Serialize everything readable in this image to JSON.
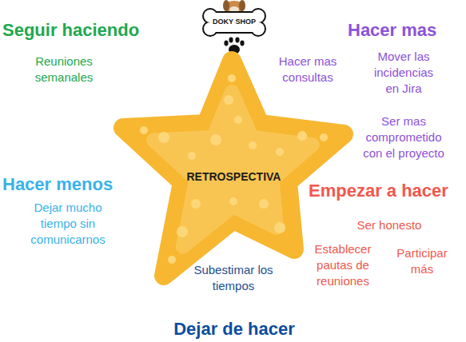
{
  "diagram": {
    "nodes": [
      {
        "text": [
          "DOKY SHOP"
        ]
      },
      {
        "text": [
          "RETROSPECTIVA"
        ]
      }
    ],
    "labels": [
      "Seguir haciendo",
      "Hacer mas",
      "Reuniones semanales",
      "Hacer mas consultas",
      "Mover las incidencias en Jira",
      "Ser mas comprometido con el proyecto",
      "Hacer menos",
      "Empezar a hacer",
      "Dejar mucho tiempo sin comunicarnos",
      "Ser honesto",
      "Establecer pautas de reuniones",
      "Participar más",
      "Subestimar los tiempos",
      "Dejar de hacer"
    ]
  }
}
